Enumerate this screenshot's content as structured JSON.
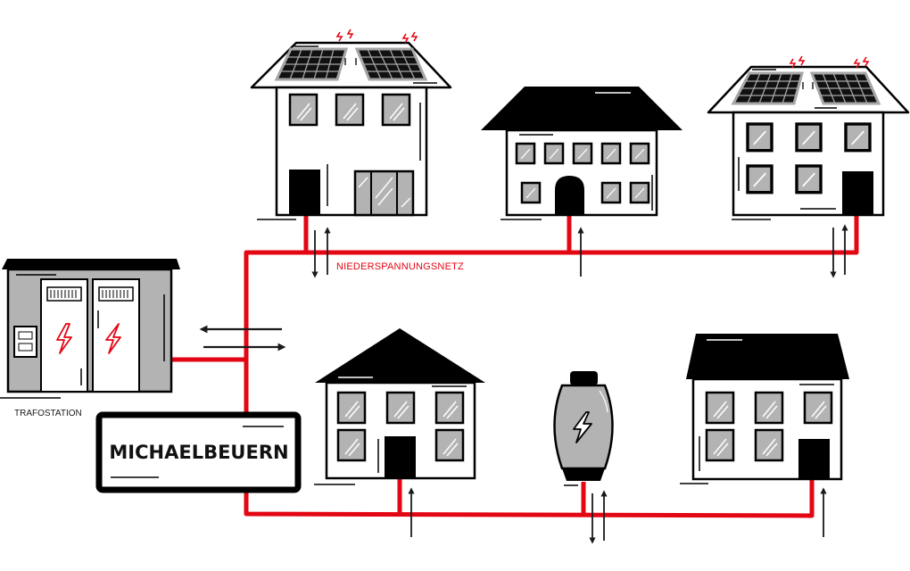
{
  "diagram": {
    "network_label": "NIEDERSPANNUNGSNETZ",
    "transformer_label": "TRAFOSTATION",
    "town_sign": "MICHAELBEUERN",
    "colors": {
      "grid_line": "#e30613",
      "outline": "#000000",
      "window_fill": "#b3b3b3",
      "station_fill": "#b3b3b3",
      "panel_frame": "#a6a6a6",
      "spark": "#e30613",
      "arrow": "#1a1a1a"
    },
    "nodes": [
      {
        "id": "house-1",
        "type": "house",
        "solar": true,
        "flow": "bidirectional"
      },
      {
        "id": "house-2",
        "type": "house",
        "solar": false,
        "flow": "consumption"
      },
      {
        "id": "house-3",
        "type": "house",
        "solar": true,
        "flow": "bidirectional"
      },
      {
        "id": "house-4",
        "type": "house",
        "solar": false,
        "flow": "consumption"
      },
      {
        "id": "battery",
        "type": "storage",
        "solar": false,
        "flow": "bidirectional"
      },
      {
        "id": "house-5",
        "type": "house",
        "solar": false,
        "flow": "consumption"
      },
      {
        "id": "trafostation",
        "type": "transformer",
        "flow": "bidirectional"
      }
    ]
  }
}
